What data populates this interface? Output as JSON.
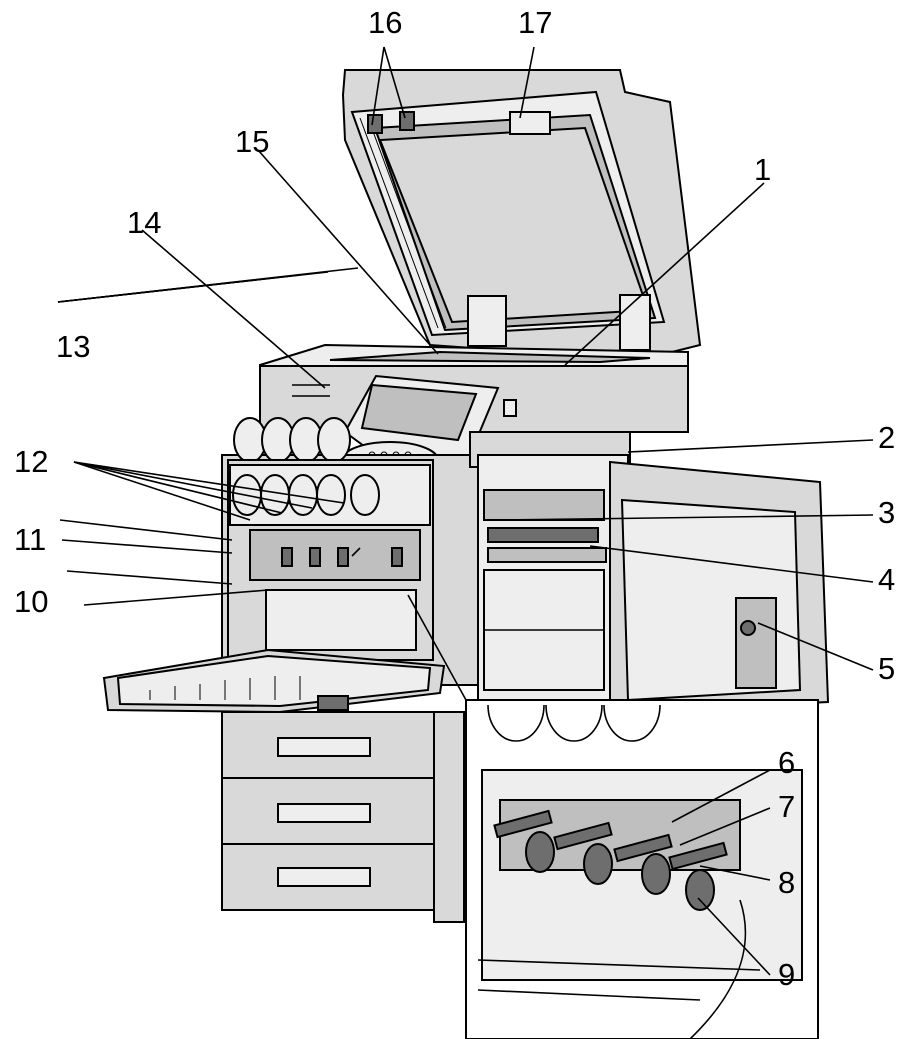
{
  "callouts": [
    {
      "id": "1",
      "label": "1"
    },
    {
      "id": "2",
      "label": "2"
    },
    {
      "id": "3",
      "label": "3"
    },
    {
      "id": "4",
      "label": "4"
    },
    {
      "id": "5",
      "label": "5"
    },
    {
      "id": "6",
      "label": "6"
    },
    {
      "id": "7",
      "label": "7"
    },
    {
      "id": "8",
      "label": "8"
    },
    {
      "id": "9",
      "label": "9"
    },
    {
      "id": "10",
      "label": "10"
    },
    {
      "id": "11",
      "label": "11"
    },
    {
      "id": "12",
      "label": "12"
    },
    {
      "id": "13",
      "label": "13"
    },
    {
      "id": "14",
      "label": "14"
    },
    {
      "id": "15",
      "label": "15"
    },
    {
      "id": "16",
      "label": "16"
    },
    {
      "id": "17",
      "label": "17"
    }
  ],
  "colors": {
    "housing": "#d9d9d9",
    "panel": "#eeeeee",
    "shadow": "#bfbfbf",
    "dark_parts": "#6e6e6e",
    "ink": "#000000"
  }
}
